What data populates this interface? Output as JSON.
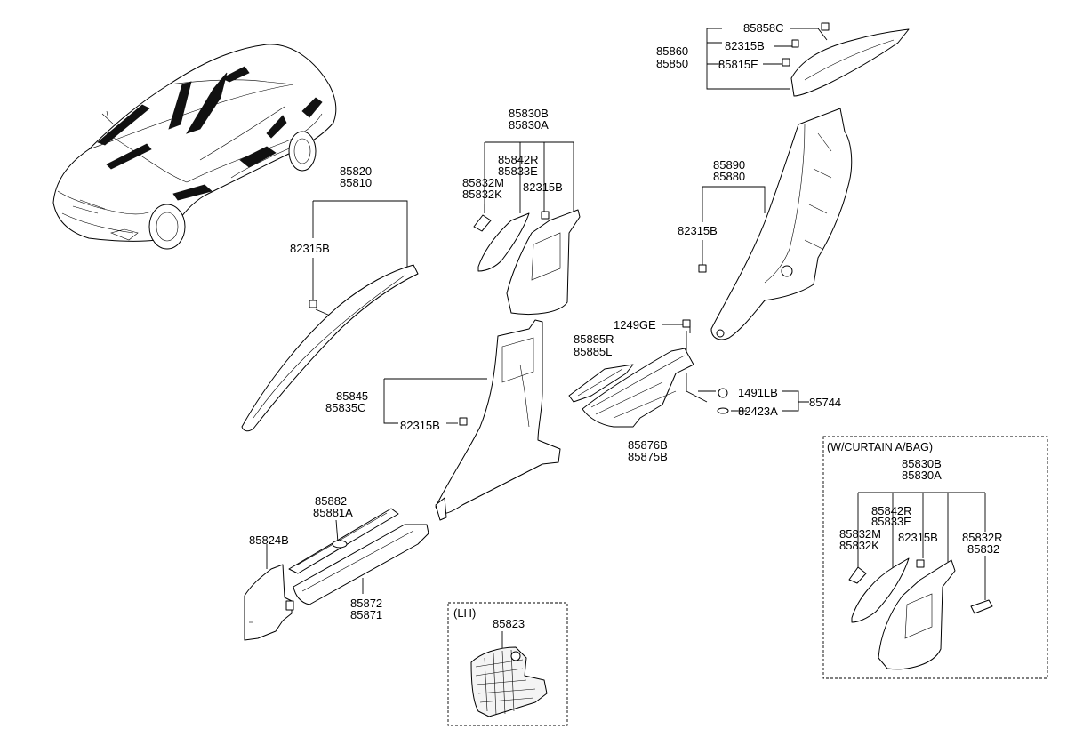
{
  "callouts": {
    "c1": {
      "l1": "85858C",
      "l2": "82315B",
      "l3": "85815E",
      "g1": "85860",
      "g2": "85850"
    },
    "c2": {
      "l1": "85830B",
      "l2": "85830A",
      "l3": "85842R",
      "l4": "85833E",
      "l5": "85832M",
      "l6": "85832K",
      "l7": "82315B"
    },
    "c3": {
      "l1": "85820",
      "l2": "85810",
      "l3": "82315B"
    },
    "c4": {
      "l1": "85890",
      "l2": "85880",
      "l3": "82315B"
    },
    "c5": {
      "l1": "1249GE",
      "l2": "85885R",
      "l3": "85885L",
      "l4": "1491LB",
      "l5": "82423A",
      "l6": "85744",
      "l7": "85876B",
      "l8": "85875B"
    },
    "c6": {
      "l1": "85845",
      "l2": "85835C",
      "l3": "82315B"
    },
    "c7": {
      "l1": "85882",
      "l2": "85881A",
      "l3": "85824B",
      "l4": "85872",
      "l5": "85871"
    },
    "lh": {
      "title": "(LH)",
      "l1": "85823"
    },
    "curtain": {
      "title": "(W/CURTAIN A/BAG)",
      "l1": "85830B",
      "l2": "85830A",
      "l3": "85842R",
      "l4": "85833E",
      "l5": "85832M",
      "l6": "85832K",
      "l7": "82315B",
      "l8": "85832R",
      "l9": "85832"
    }
  }
}
